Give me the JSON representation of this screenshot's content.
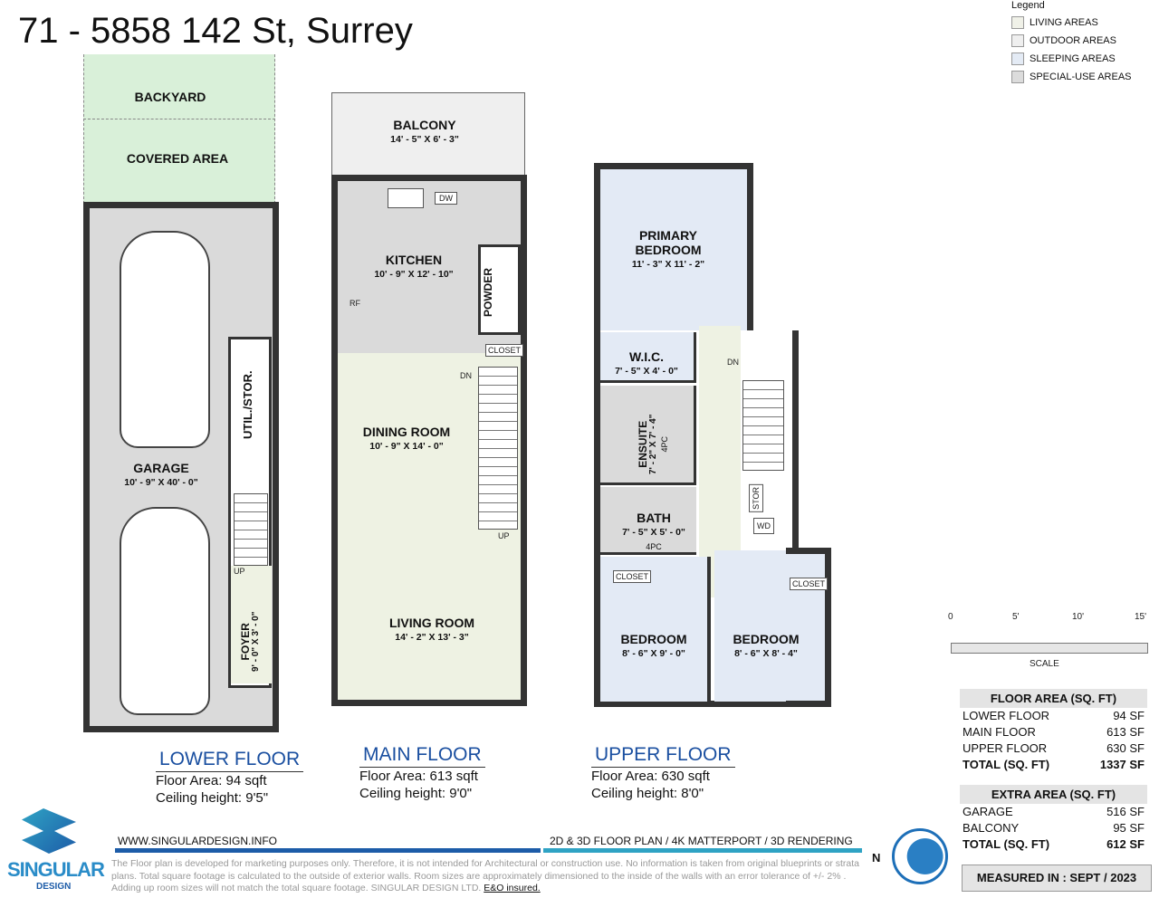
{
  "title": "71 - 5858 142 St, Surrey",
  "legend": {
    "title": "Legend",
    "items": [
      {
        "label": "LIVING AREAS",
        "color": "#f0f1e8"
      },
      {
        "label": "OUTDOOR AREAS",
        "color": "#efefef"
      },
      {
        "label": "SLEEPING AREAS",
        "color": "#e4ebf5"
      },
      {
        "label": "SPECIAL-USE AREAS",
        "color": "#dcdcdc"
      }
    ]
  },
  "colors": {
    "outdoor_green": "#d9f0d9",
    "living": "#eef2e3",
    "sleeping": "#e3eaf5",
    "special": "#dadada",
    "outdoor": "#efefef",
    "wall": "#333333"
  },
  "lower": {
    "backyard": "BACKYARD",
    "covered": "COVERED AREA",
    "garage": "GARAGE",
    "garage_dim": "10' - 9\" X 40' - 0\"",
    "util": "UTIL./STOR.",
    "foyer": "FOYER",
    "foyer_dim": "9' - 0\" X 3' - 0\"",
    "up": "UP"
  },
  "main": {
    "balcony": "BALCONY",
    "balcony_dim": "14' - 5\" X 6' - 3\"",
    "kitchen": "KITCHEN",
    "kitchen_dim": "10' - 9\" X 12' - 10\"",
    "powder": "POWDER",
    "closet": "CLOSET",
    "dw": "DW",
    "rf": "RF",
    "dn": "DN",
    "up": "UP",
    "dining": "DINING ROOM",
    "dining_dim": "10' - 9\" X 14' - 0\"",
    "living": "LIVING ROOM",
    "living_dim": "14' - 2\" X 13' - 3\""
  },
  "upper": {
    "primary": "PRIMARY",
    "primary2": "BEDROOM",
    "primary_dim": "11' - 3\" X 11' - 2\"",
    "wic": "W.I.C.",
    "wic_dim": "7' - 5\" X 4' - 0\"",
    "ensuite": "ENSUITE",
    "ensuite_dim": "7' - 2\" X 7' - 4\"",
    "ensuite_pc": "4PC",
    "bath": "BATH",
    "bath_dim": "7' - 5\" X 5' - 0\"",
    "bath_pc": "4PC",
    "stor": "STOR",
    "wd": "WD",
    "dn": "DN",
    "closet": "CLOSET",
    "bed1": "BEDROOM",
    "bed1_dim": "8' - 6\" X 9' - 0\"",
    "bed2": "BEDROOM",
    "bed2_dim": "8' - 6\" X 8' - 4\""
  },
  "floors": [
    {
      "name": "LOWER FLOOR",
      "area": "Floor Area: 94 sqft",
      "ceiling": "Ceiling height: 9'5\""
    },
    {
      "name": "MAIN FLOOR",
      "area": "Floor Area: 613 sqft",
      "ceiling": "Ceiling height: 9'0\""
    },
    {
      "name": "UPPER FLOOR",
      "area": "Floor Area: 630 sqft",
      "ceiling": "Ceiling height: 8'0\""
    }
  ],
  "scale": {
    "ticks": [
      "0",
      "5'",
      "10'",
      "15'"
    ],
    "label": "SCALE"
  },
  "floor_area": {
    "header": "FLOOR AREA (SQ. FT)",
    "rows": [
      [
        "LOWER FLOOR",
        "94 SF"
      ],
      [
        "MAIN FLOOR",
        "613 SF"
      ],
      [
        "UPPER FLOOR",
        "630 SF"
      ]
    ],
    "total": [
      "TOTAL (SQ. FT)",
      "1337 SF"
    ]
  },
  "extra_area": {
    "header": "EXTRA AREA (SQ. FT)",
    "rows": [
      [
        "GARAGE",
        "516 SF"
      ],
      [
        "BALCONY",
        "95 SF"
      ]
    ],
    "total": [
      "TOTAL (SQ. FT)",
      "612 SF"
    ]
  },
  "measured": "MEASURED IN : SEPT / 2023",
  "compass": "N",
  "footer": {
    "url": "WWW.SINGULARDESIGN.INFO",
    "services": "2D & 3D FLOOR PLAN / 4K MATTERPORT / 3D RENDERING",
    "disclaimer": "The Floor plan is developed for marketing purposes only. Therefore, it is not intended for Architectural or construction use. No information is taken from original blueprints or strata plans. Total square footage is calculated to the outside of exterior walls. Room sizes are approximately dimensioned to the inside of the walls with an error tolerance of +/- 2% . Adding up room sizes will not match the total square footage. SINGULAR DESIGN LTD.",
    "eo": "E&O insured.",
    "logo1": "SINGULAR",
    "logo2": "DESIGN"
  }
}
